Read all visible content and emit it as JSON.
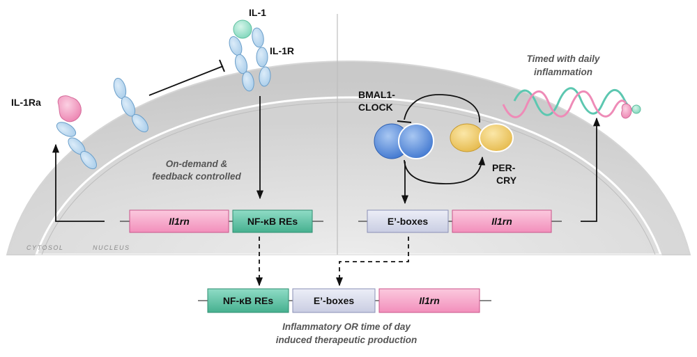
{
  "colors": {
    "pink_box": "#f7a9c9",
    "teal_box": "#5ec3a6",
    "lavender_box": "#d9dcec",
    "receptor": "#b9d8f0",
    "receptor_stroke": "#6a9ec9",
    "il1": "#a8e6d2",
    "il1ra": "#f2a2c4",
    "bmal_clock": "#5b8fdc",
    "per_cry": "#f2d27a",
    "wave_teal": "#5cc7b0",
    "wave_pink": "#ee8bb7"
  },
  "labels": {
    "il1": "IL-1",
    "il1r": "IL-1R",
    "il1ra": "IL-1Ra",
    "on_demand_1": "On-demand &",
    "on_demand_2": "feedback controlled",
    "bmal_1": "BMAL1-",
    "bmal_2": "CLOCK",
    "percry_1": "PER-",
    "percry_2": "CRY",
    "timed_1": "Timed with daily",
    "timed_2": "inflammation",
    "cytosol": "CYTOSOL",
    "nucleus": "NUCLEUS",
    "bottom_1": "Inflammatory OR time of day",
    "bottom_2": "induced therapeutic production"
  },
  "boxes": {
    "left_il1rn": "Il1rn",
    "left_nfkb": "NF-κB REs",
    "right_eboxes": "E’-boxes",
    "right_il1rn": "Il1rn",
    "bottom_nfkb": "NF-κB REs",
    "bottom_eboxes": "E’-boxes",
    "bottom_il1rn": "Il1rn"
  }
}
